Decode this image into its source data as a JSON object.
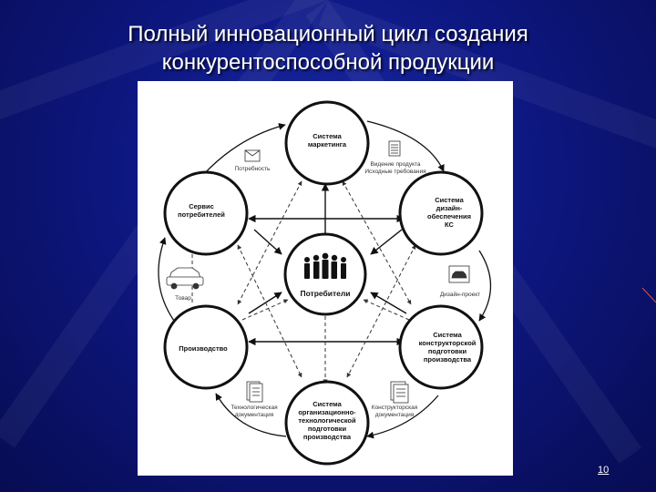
{
  "slide": {
    "title_line1": "Полный инновационный цикл создания",
    "title_line2": "конкурентоспособной продукции",
    "page_number": "10"
  },
  "diagram": {
    "nodes": {
      "marketing": [
        "Система",
        "маркетинга"
      ],
      "design": [
        "Система",
        "дизайн-",
        "обеспечения",
        "КС"
      ],
      "constructor": [
        "Система",
        "конструкторской",
        "подготовки",
        "производства"
      ],
      "technological": [
        "Система",
        "организационно-",
        "технологической",
        "подготовки",
        "производства"
      ],
      "production": [
        "Производство"
      ],
      "service": [
        "Сервис",
        "потребителей"
      ],
      "consumers": [
        "Потребители"
      ]
    },
    "labels": {
      "need": "Потребность",
      "vision": [
        "Видение продукта",
        "Исходные требования"
      ],
      "design_project": "Дизайн-проект",
      "design_docs": [
        "Конструкторская",
        "документация"
      ],
      "tech_docs": [
        "Технологическая",
        "документация"
      ],
      "product": "Товар"
    }
  }
}
